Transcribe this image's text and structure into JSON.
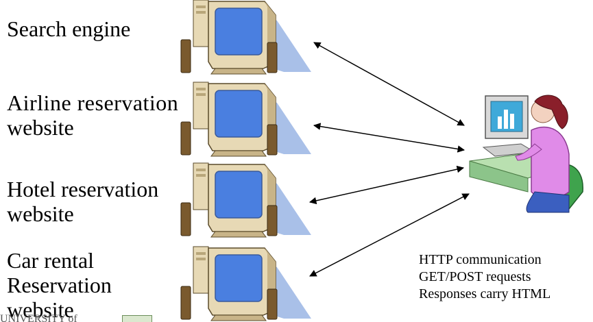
{
  "servers": [
    {
      "name": "search-engine",
      "lines": [
        "Search engine"
      ]
    },
    {
      "name": "airline-reservation",
      "lines": [
        "Airline reservation",
        "website"
      ]
    },
    {
      "name": "hotel-reservation",
      "lines": [
        "Hotel reservation",
        "website"
      ]
    },
    {
      "name": "car-rental-reservation",
      "lines": [
        "Car rental",
        "Reservation",
        "website"
      ]
    }
  ],
  "notes": {
    "line1": "HTTP communication",
    "line2": "GET/POST requests",
    "line3": "Responses carry HTML"
  },
  "footer": {
    "text": "UNIVERSITY of"
  },
  "colors": {
    "screen": "#4a7fe0",
    "monitor_case": "#e7d9b5",
    "shadow": "#a9c0e8",
    "speaker": "#7a5a2e",
    "arrow": "#000000"
  },
  "icons": [
    "computer-monitor-icon",
    "user-at-computer-icon"
  ]
}
